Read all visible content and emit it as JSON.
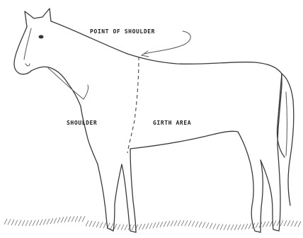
{
  "labels": {
    "point_of_shoulder": "POINT OF SHOULDER",
    "shoulder": "SHOULDER",
    "girth_area": "GIRTH AREA"
  },
  "colors": {
    "line": "#3a3a3a",
    "background": "#ffffff"
  }
}
